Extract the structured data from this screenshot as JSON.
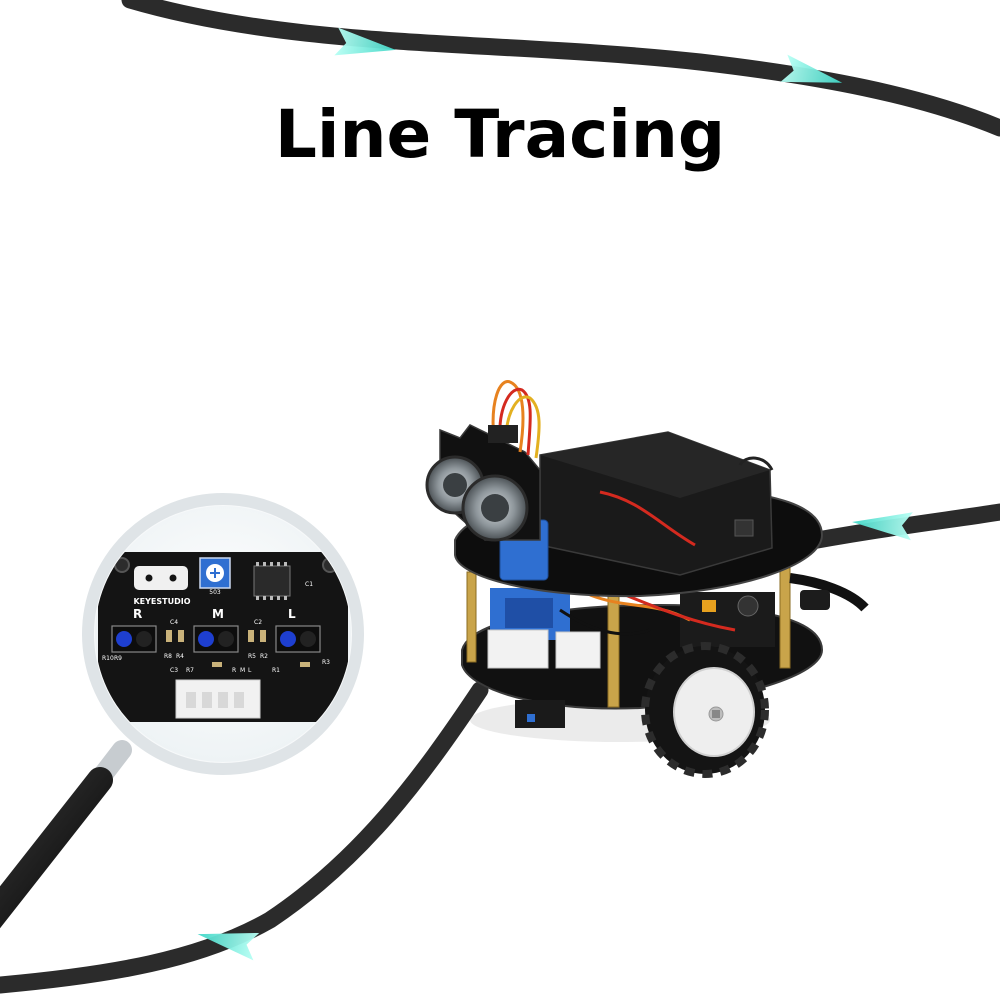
{
  "headline": {
    "text": "Line Tracing"
  },
  "sensor_board": {
    "brand": "KEYESTUDIO",
    "channel_labels": [
      "R",
      "M",
      "L"
    ],
    "component_labels": [
      "C4",
      "R8",
      "R4",
      "C2",
      "R5",
      "R2",
      "C3",
      "R7",
      "R1",
      "R10",
      "R9",
      "R3",
      "C1",
      "R",
      "M",
      "L",
      "503"
    ]
  },
  "colors": {
    "background": "#ffffff",
    "track": "#2b2b2b",
    "arrow": "#6fe3d6",
    "pcb": "#141414",
    "chassis": "#111111",
    "brass_standoff": "#c9a44a",
    "servo": "#2f6fd1",
    "wire_orange": "#e7821f",
    "wire_red": "#d42a1f",
    "headline": "#000000"
  },
  "icons": {
    "track": "black-line-track",
    "direction": "direction-arrow-icon",
    "magnifier": "magnifying-glass-icon",
    "robot": "robot-car-illustration",
    "sensor": "line-tracking-sensor-module",
    "ultrasonic": "ultrasonic-sensor-eyes"
  }
}
